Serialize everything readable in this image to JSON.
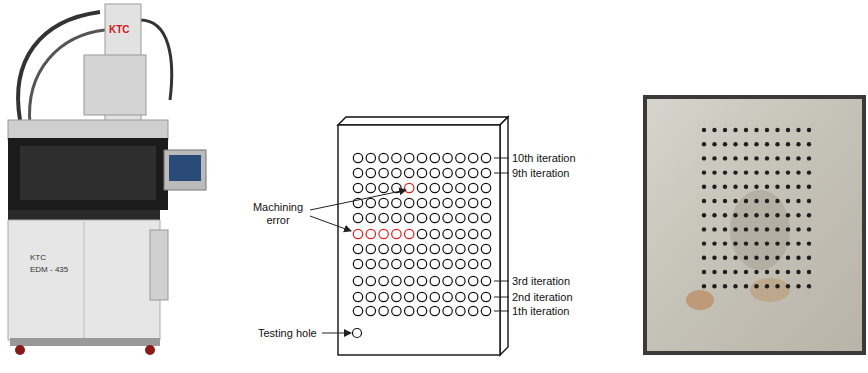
{
  "diagram": {
    "labels": [
      "KTC",
      "KTC",
      "EDM - 435",
      "Machining error",
      "Testing hole",
      "10th iteration",
      "9th iteration",
      "3rd iteration",
      "2nd iteration",
      "1th iteration"
    ]
  }
}
